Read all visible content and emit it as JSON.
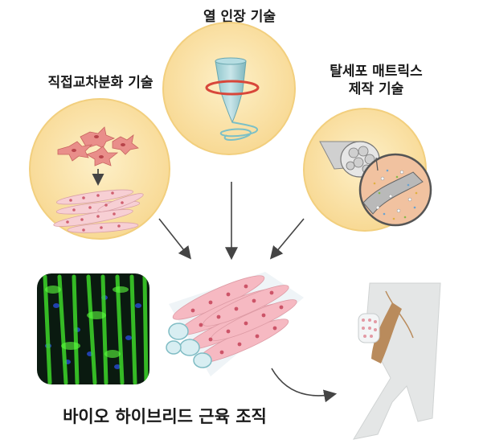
{
  "labels": {
    "top_technique": "열 인장 기술",
    "left_technique": "직접교차분화 기술",
    "right_technique_line1": "탈세포 매트릭스",
    "right_technique_line2": "제작 기술",
    "result": "바이오 하이브리드 근육 조직"
  },
  "colors": {
    "circle_fill": "#fbe5ae",
    "circle_border": "#f0c870",
    "muscle_pink": "#f4b8c0",
    "nuclei": "#d8606e",
    "fluorescence_green": "#39d62a",
    "fluorescence_blue": "#2848c8",
    "leg_gray": "#e4e6e6",
    "leg_muscle": "#b88a5a",
    "arrow": "#444444"
  },
  "icons": [
    "cell-differentiation-icon",
    "thermal-drawing-icon",
    "decellularized-matrix-icon",
    "muscle-fiber-bundle-icon",
    "animal-leg-icon"
  ]
}
